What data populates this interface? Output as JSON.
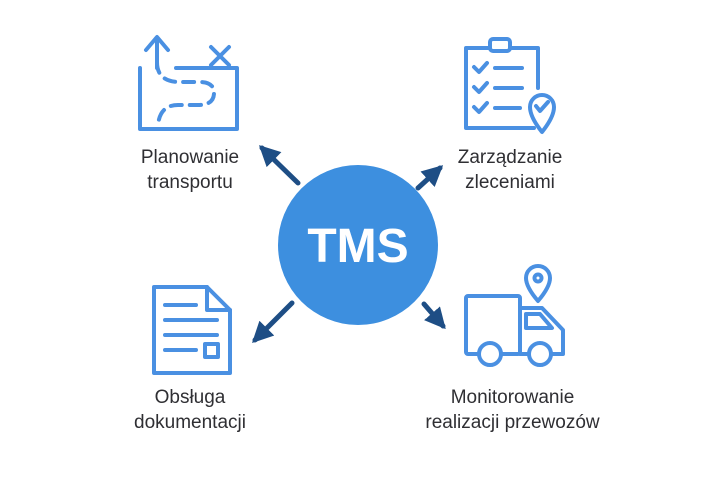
{
  "hub": {
    "label": "TMS",
    "color": "#3d8fdf"
  },
  "colors": {
    "icon": "#4a90e2",
    "arrow": "#1e4e85",
    "text": "#2f2f33"
  },
  "nodes": [
    {
      "id": "planning",
      "icon": "route-map-icon",
      "lines": [
        "Planowanie",
        "transportu"
      ]
    },
    {
      "id": "orders",
      "icon": "clipboard-checklist-icon",
      "lines": [
        "Zarządzanie",
        "zleceniami"
      ]
    },
    {
      "id": "documents",
      "icon": "document-icon",
      "lines": [
        "Obsługa",
        "dokumentacji"
      ]
    },
    {
      "id": "monitoring",
      "icon": "delivery-truck-icon",
      "lines": [
        "Monitorowanie",
        "realizacji przewozów"
      ]
    }
  ]
}
